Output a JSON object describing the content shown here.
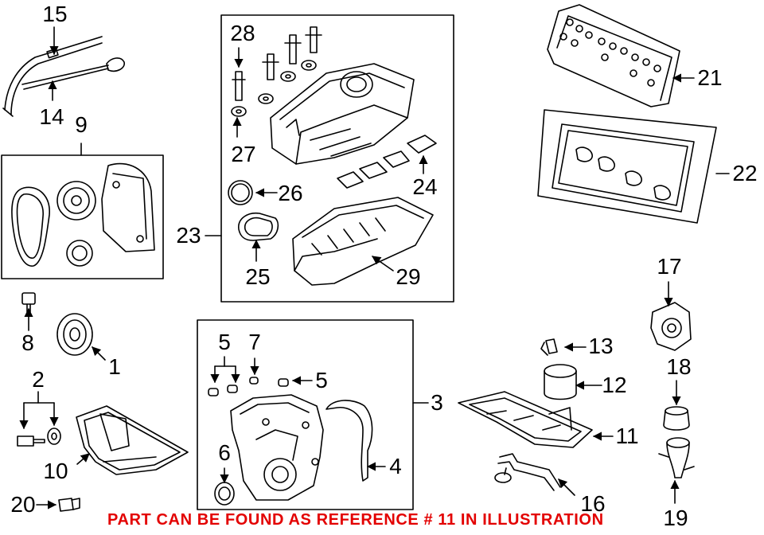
{
  "callouts": {
    "c1": "1",
    "c2": "2",
    "c3": "3",
    "c4": "4",
    "c5a": "5",
    "c5b": "5",
    "c6": "6",
    "c7": "7",
    "c8": "8",
    "c9": "9",
    "c10": "10",
    "c11": "11",
    "c12": "12",
    "c13": "13",
    "c14": "14",
    "c15": "15",
    "c16": "16",
    "c17": "17",
    "c18": "18",
    "c19": "19",
    "c20": "20",
    "c21": "21",
    "c22": "22",
    "c23": "23",
    "c24": "24",
    "c25": "25",
    "c26": "26",
    "c27": "27",
    "c28": "28",
    "c29": "29"
  },
  "footer": {
    "note": "PART CAN BE FOUND AS REFERENCE # 11 IN ILLUSTRATION",
    "color": "#e30000"
  }
}
